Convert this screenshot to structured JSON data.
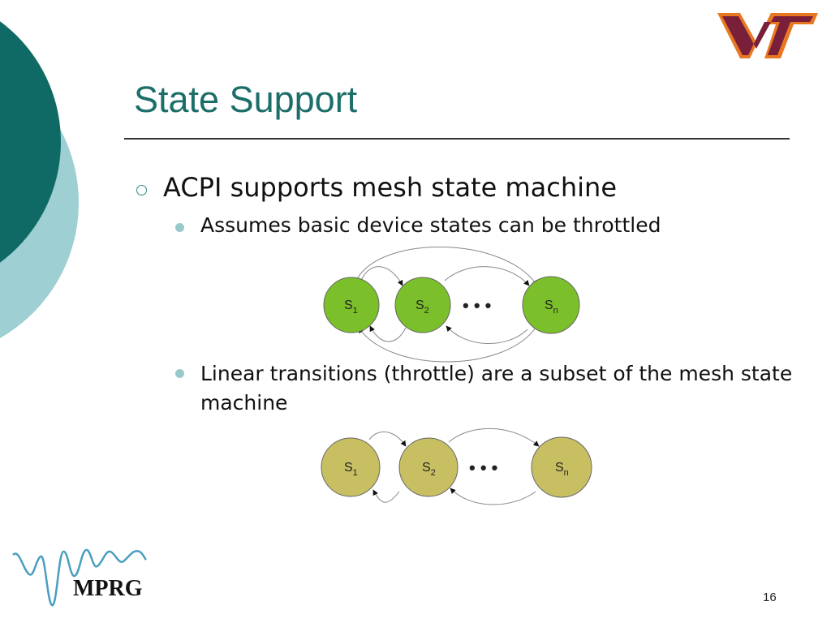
{
  "slide": {
    "title": "State Support",
    "page_number": "16"
  },
  "bullets": {
    "level1": "ACPI supports mesh state machine",
    "level2_a": "Assumes basic device states can be throttled",
    "level2_b": "Linear transitions (throttle) are a subset of the mesh state machine"
  },
  "diagram_mesh": {
    "nodes": [
      {
        "label": "S",
        "sub": "1"
      },
      {
        "label": "S",
        "sub": "2"
      },
      {
        "label": "S",
        "sub": "n"
      }
    ],
    "ellipsis": "• • •",
    "node_color": "#7bbf2a"
  },
  "diagram_linear": {
    "nodes": [
      {
        "label": "S",
        "sub": "1"
      },
      {
        "label": "S",
        "sub": "2"
      },
      {
        "label": "S",
        "sub": "n"
      }
    ],
    "ellipsis": "• • •",
    "node_color": "#c8bf63"
  },
  "logos": {
    "top_right": "VT",
    "bottom_left": "MPRG"
  },
  "colors": {
    "title": "#1c6e69",
    "deco_dark": "#0f6a66",
    "deco_light": "#9ecfd2",
    "vt_maroon": "#7a1f3a",
    "vt_orange": "#e87722"
  }
}
